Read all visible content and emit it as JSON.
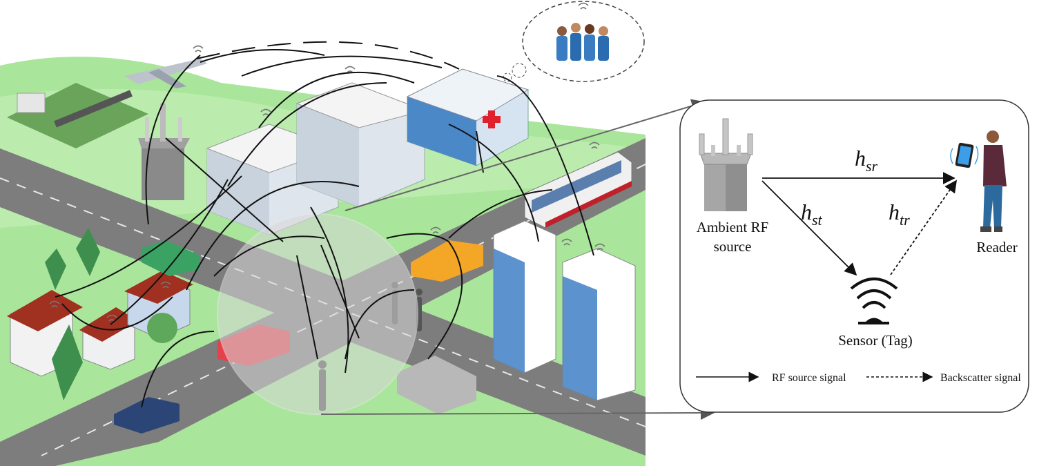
{
  "inset": {
    "ambient_label_line1": "Ambient RF",
    "ambient_label_line2": "source",
    "reader_label": "Reader",
    "sensor_label": "Sensor (Tag)",
    "channels": {
      "h_sr": {
        "base": "h",
        "sub": "sr"
      },
      "h_st": {
        "base": "h",
        "sub": "st"
      },
      "h_tr": {
        "base": "h",
        "sub": "tr"
      }
    },
    "legend": {
      "rf_source_signal": "RF source signal",
      "backscatter_signal": "Backscatter signal"
    }
  },
  "colors": {
    "grass": "#a9e59a",
    "road": "#7a7a7a",
    "building_blue": "#3f7fc6",
    "house_roof": "#a03020",
    "signal_line": "#111111",
    "inset_border": "#333333"
  },
  "icons": [
    "airplane-icon",
    "cell-tower-icon",
    "hospital-icon",
    "medical-staff-icon",
    "bus-icon",
    "car-icon",
    "house-icon",
    "tree-icon",
    "wifi-icon",
    "smartphone-icon",
    "person-icon",
    "sensor-tag-icon"
  ]
}
